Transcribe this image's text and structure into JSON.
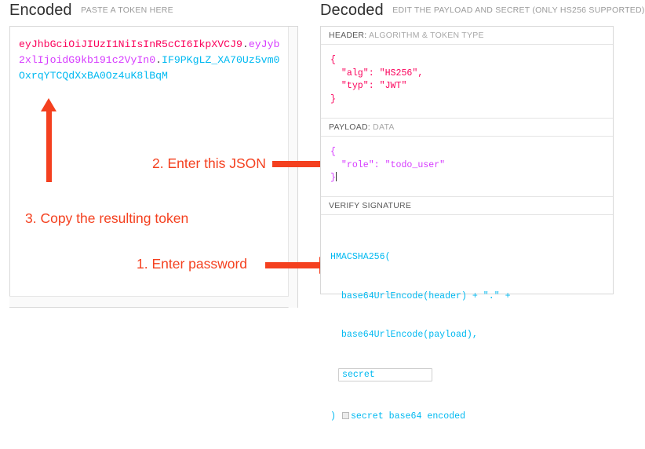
{
  "encoded_panel": {
    "title": "Encoded",
    "subtitle": "PASTE A TOKEN HERE",
    "token": {
      "header_b64": "eyJhbGciOiJIUzI1NiIsInR5cCI6IkpXVCJ9",
      "dot1": ".",
      "payload_b64": "eyJyb2xlIjoidG9kb191c2VyIn0",
      "dot2": ".",
      "signature_b64": "IF9PKgLZ_XA70Uz5vm0OxrqYTCQdXxBA0Oz4uK8lBqM",
      "full": "eyJhbGciOiJIUzI1NiIsInR5cCI6IkpXVCJ9.eyJyb2xlIjoidG9kb191c2VyIn0.IF9PKgLZ_XA70Uz5vm0OxrqYTCQdXxBA0Oz4uK8lBqM"
    }
  },
  "decoded_panel": {
    "title": "Decoded",
    "subtitle": "EDIT THE PAYLOAD AND SECRET (ONLY HS256 SUPPORTED)",
    "header_section": {
      "label_strong": "HEADER:",
      "label_rest": " ALGORITHM & TOKEN TYPE",
      "json": "{\n  \"alg\": \"HS256\",\n  \"typ\": \"JWT\"\n}"
    },
    "payload_section": {
      "label_strong": "PAYLOAD:",
      "label_rest": " DATA",
      "json": "{\n  \"role\": \"todo_user\"\n}"
    },
    "signature_section": {
      "label_strong": "VERIFY SIGNATURE",
      "label_rest": "",
      "line1": "HMACSHA256(",
      "line2": "  base64UrlEncode(header) + \".\" +",
      "line3": "  base64UrlEncode(payload),",
      "secret_value": "secret",
      "secret_placeholder": "secret",
      "close_paren": ")",
      "base64_checkbox_label": "secret base64 encoded",
      "base64_checked": false
    }
  },
  "annotations": {
    "step1": "1. Enter password",
    "step2": "2. Enter this JSON",
    "step3": "3. Copy the resulting token"
  },
  "colors": {
    "annotation": "#f4401f",
    "token_header": "#fb015b",
    "token_payload": "#d63aff",
    "token_signature": "#00b9f1",
    "label_muted": "#a8a8a8"
  }
}
